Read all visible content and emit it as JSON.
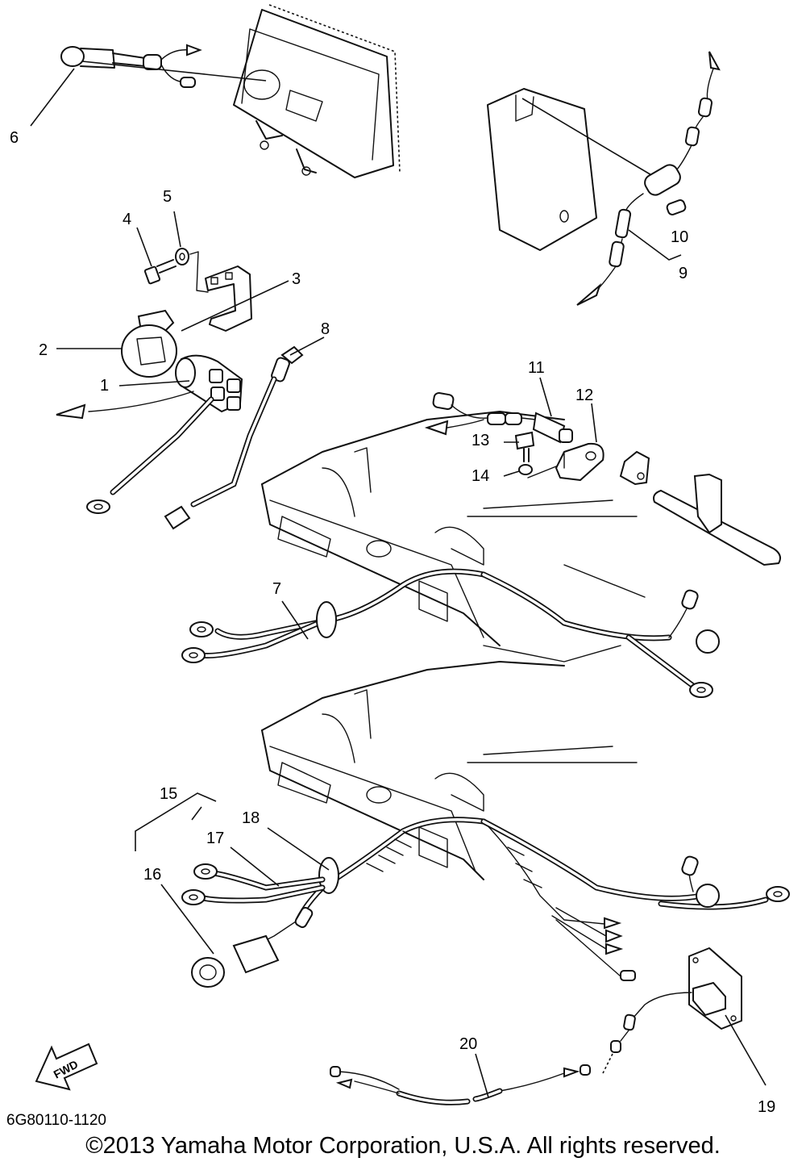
{
  "diagram": {
    "callouts": [
      "1",
      "2",
      "3",
      "4",
      "5",
      "6",
      "7",
      "8",
      "9",
      "10",
      "11",
      "12",
      "13",
      "14",
      "15",
      "16",
      "17",
      "18",
      "19",
      "20"
    ],
    "fwd_label": "FWD",
    "part_code": "6G80110-1120",
    "copyright": "©2013 Yamaha Motor Corporation, U.S.A. All rights reserved."
  }
}
